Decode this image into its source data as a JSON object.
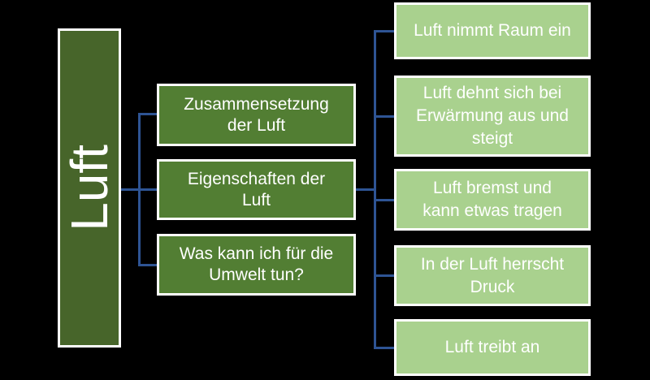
{
  "colors": {
    "background": "#000000",
    "root_fill": "#47652a",
    "branch_fill": "#527e33",
    "leaf_fill": "#a9d18e",
    "box_border": "#ffffff",
    "connector": "#2e5494",
    "text": "#ffffff"
  },
  "root": {
    "label": "Luft"
  },
  "branches": [
    {
      "label": "Zusammensetzung\nder Luft"
    },
    {
      "label": "Eigenschaften der\nLuft"
    },
    {
      "label": "Was kann ich für die\nUmwelt tun?"
    }
  ],
  "leaves": [
    {
      "label": "Luft nimmt Raum ein"
    },
    {
      "label": "Luft dehnt sich bei\nErwärmung aus und\nsteigt"
    },
    {
      "label": "Luft bremst und\nkann etwas tragen"
    },
    {
      "label": "In der Luft herrscht\nDruck"
    },
    {
      "label": "Luft treibt an"
    }
  ]
}
